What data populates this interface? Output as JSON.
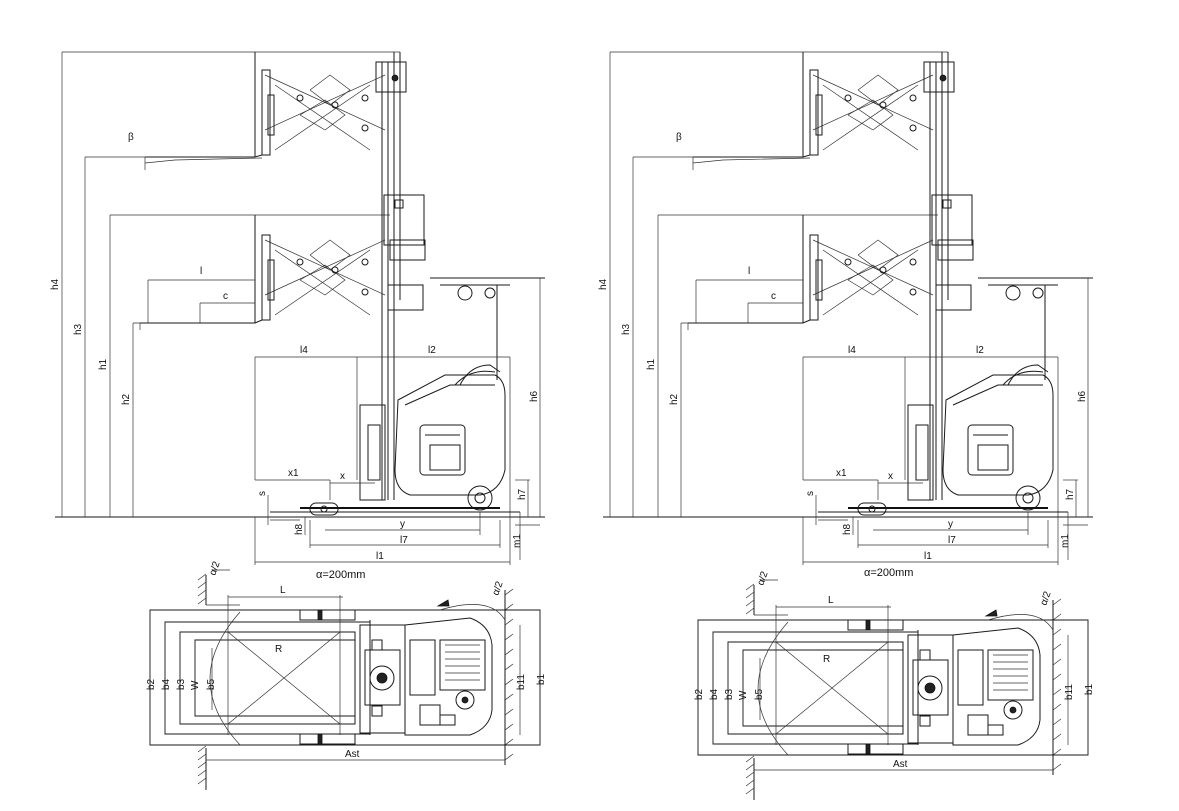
{
  "labels": {
    "h4": "h4",
    "h3": "h3",
    "h1": "h1",
    "h2": "h2",
    "h6": "h6",
    "h7": "h7",
    "h8": "h8",
    "l": "l",
    "c": "c",
    "l4": "l4",
    "l2": "l2",
    "x1": "x1",
    "x": "x",
    "s": "s",
    "y": "y",
    "l7": "l7",
    "l1": "l1",
    "m1": "m1",
    "beta": "β",
    "a_note": "α=200mm",
    "a2": "α/2",
    "L": "L",
    "R": "R",
    "b2": "b2",
    "b4": "b4",
    "b3": "b3",
    "W": "W",
    "b5": "b5",
    "b11": "b11",
    "b1": "b1",
    "Ast": "Ast"
  }
}
